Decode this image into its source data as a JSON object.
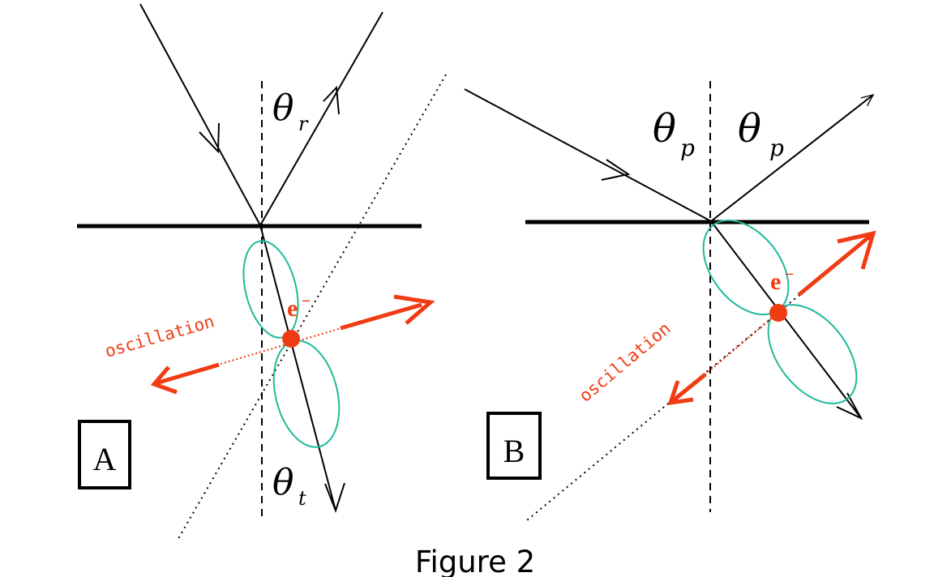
{
  "panel_a": {
    "label": "A",
    "theta": "θ",
    "reflected_subscript": "r",
    "transmitted_subscript": "t",
    "electron_label": "e",
    "electron_charge": "−",
    "oscillation_label": "oscillation"
  },
  "panel_b": {
    "label": "B",
    "theta": "θ",
    "angle_subscript": "p",
    "electron_label": "e",
    "electron_charge": "−",
    "oscillation_label": "oscillation"
  },
  "caption": "Figure 2",
  "colors": {
    "line": "#000000",
    "dipole_lobe": "#1fb99a",
    "oscillation": "#f03c14"
  }
}
